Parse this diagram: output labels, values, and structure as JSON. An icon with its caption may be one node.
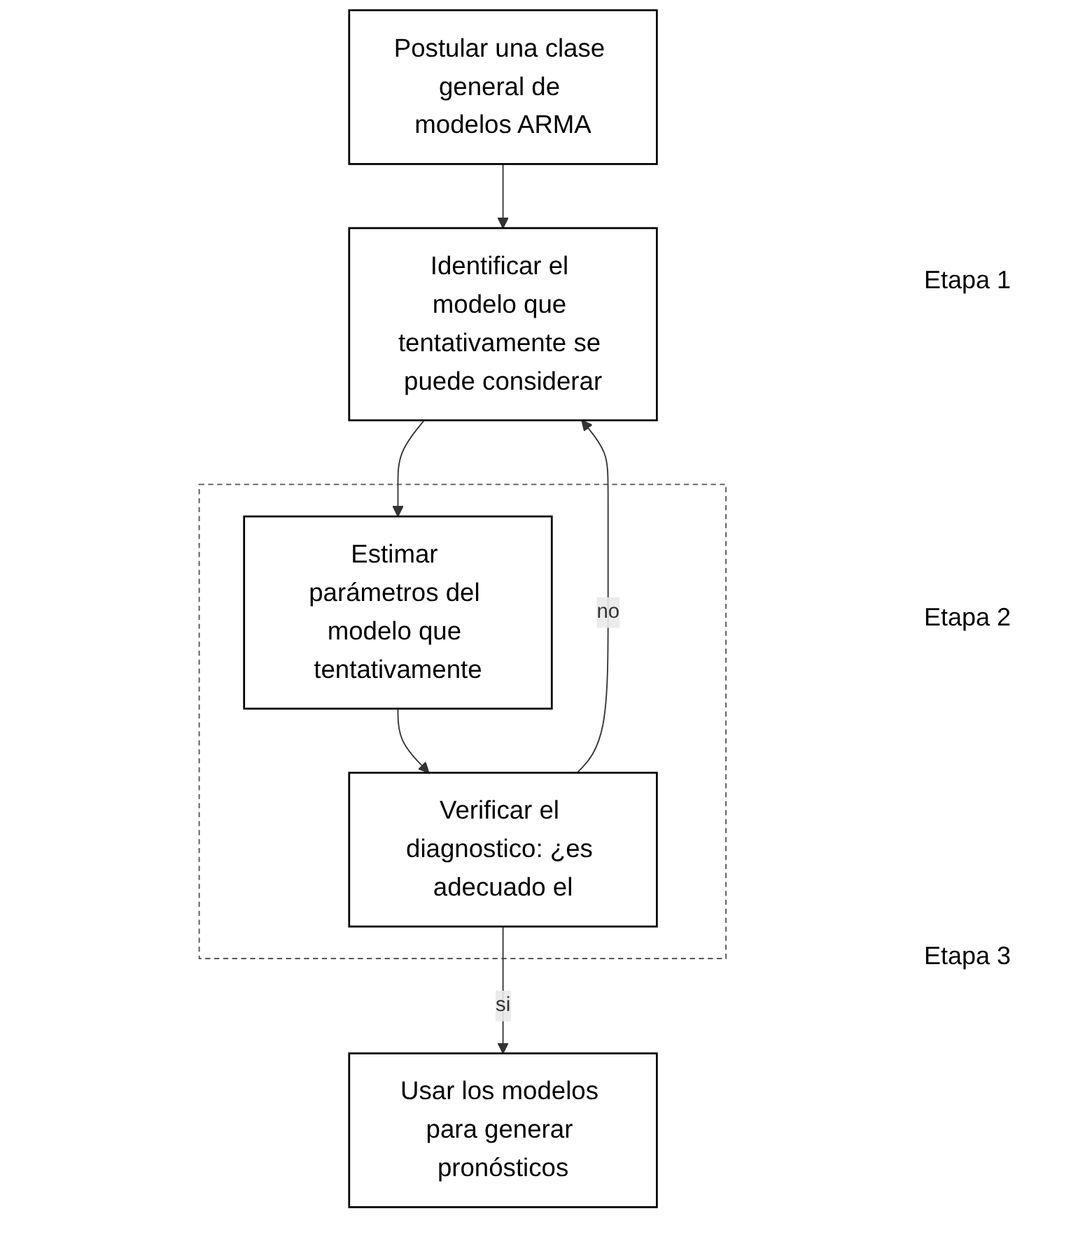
{
  "diagram": {
    "nodes": [
      {
        "text": [
          "Postular una clase general de modelos ARMA"
        ]
      },
      {
        "text": [
          "Identificar el modelo que tentativamente se puede considerar"
        ]
      },
      {
        "text": [],
        "shape": "box"
      },
      {
        "text": [
          "Estimar parámetros del modelo que tentativamente"
        ],
        "in": 2
      },
      {
        "text": [
          "Verificar el diagnostico: ¿es adecuado el"
        ],
        "in": 2
      },
      {
        "text": [
          "Usar los modelos para generar pronósticos"
        ]
      }
    ],
    "edges": [
      {
        "from": 0,
        "to": 1,
        "arrow": "to"
      },
      {
        "from": 1,
        "to": 3,
        "arrow": "to"
      },
      {
        "from": 3,
        "to": 4,
        "arrow": "to"
      },
      {
        "from": 4,
        "to": 1,
        "label": "no",
        "arrow": "to"
      },
      {
        "from": 4,
        "to": 5,
        "label": "si",
        "arrow": "to"
      }
    ],
    "labels": [
      "Etapa 1",
      "Etapa 2",
      "Etapa 3"
    ]
  }
}
